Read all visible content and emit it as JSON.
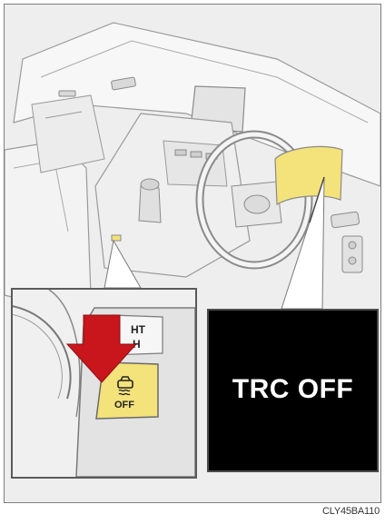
{
  "display": {
    "message": "TRC OFF"
  },
  "switch": {
    "off_label": "OFF",
    "upper_button_fragment_1": "HT",
    "upper_button_fragment_2": "H"
  },
  "figure": {
    "code": "CLY45BA110"
  },
  "colors": {
    "highlight_yellow": "#f4e27a",
    "arrow_red": "#c8161c",
    "display_bg": "#000000",
    "line_gray": "#8a8a8a"
  },
  "icons": [
    "skid-vehicle-icon",
    "down-arrow-icon",
    "callout-pointer-icon"
  ]
}
